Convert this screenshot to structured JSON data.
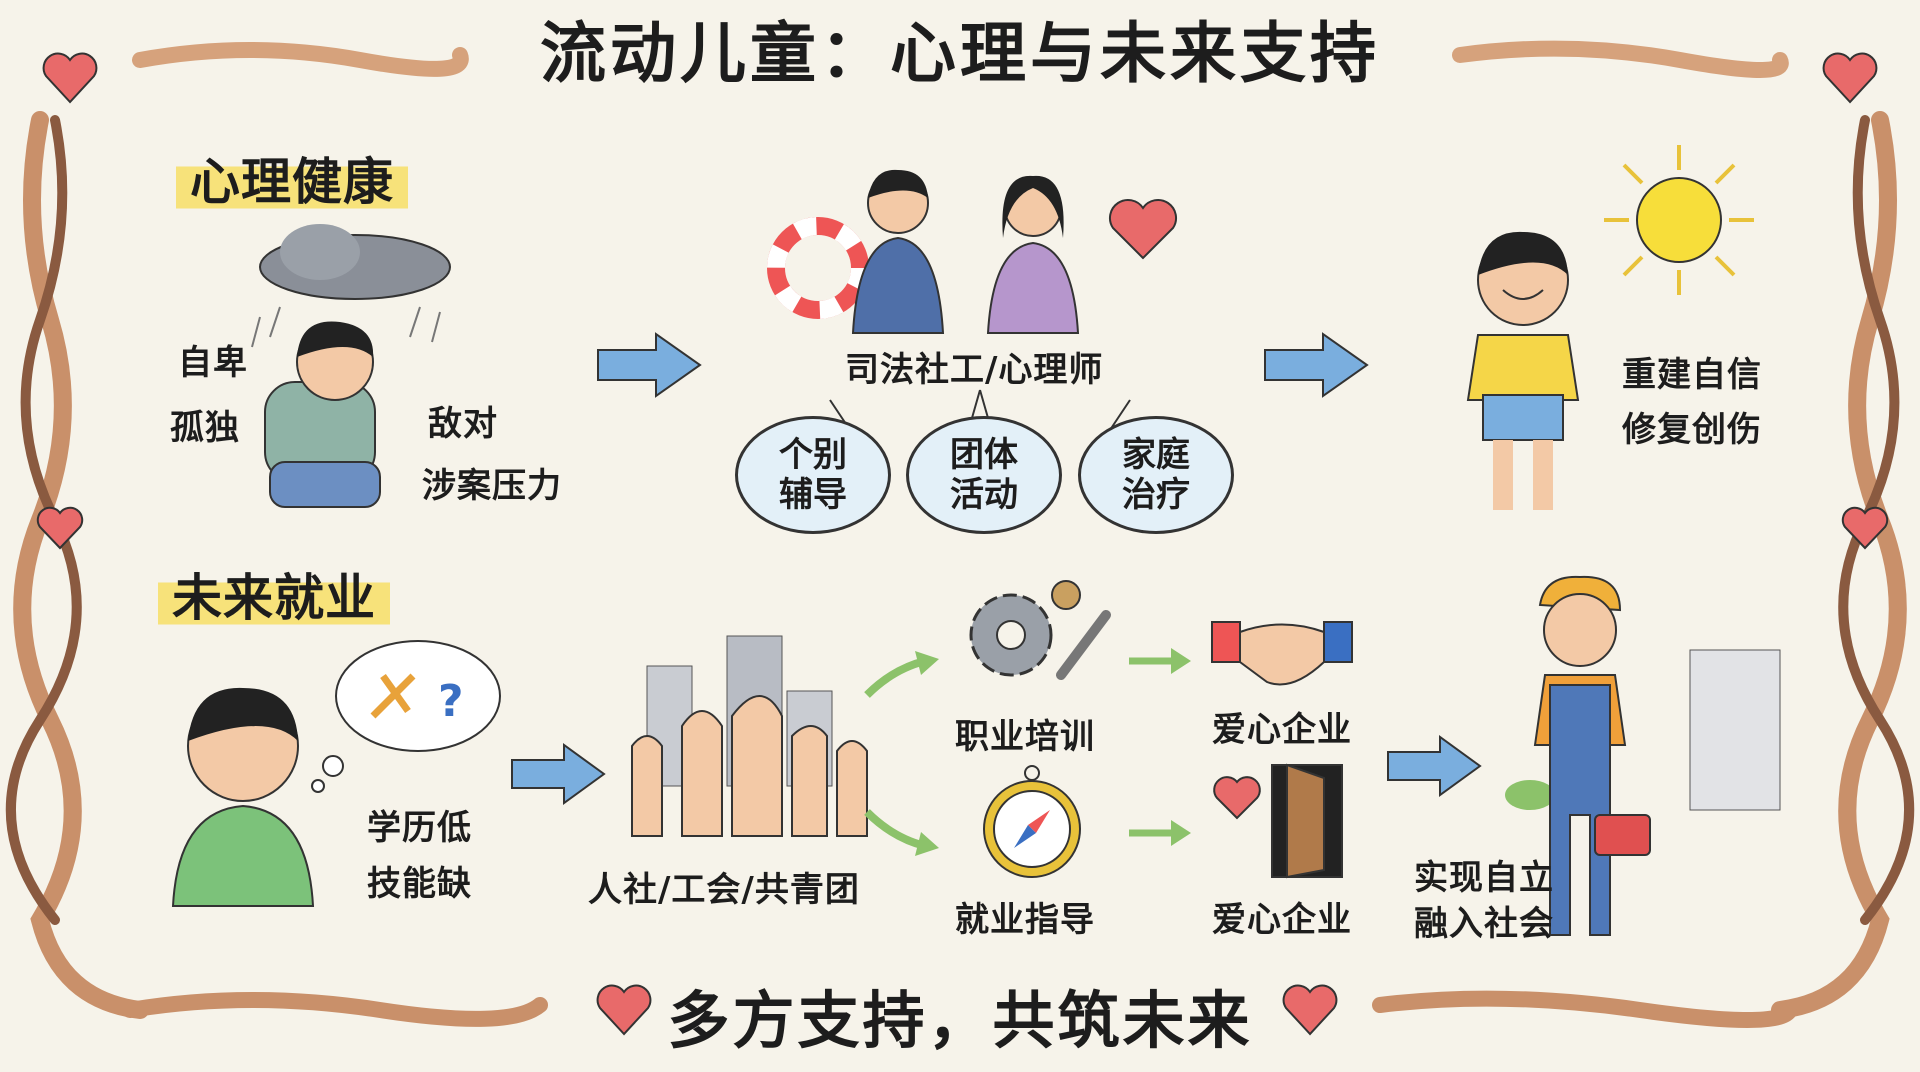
{
  "title": "流动儿童：心理与未来支持",
  "mental_health": {
    "heading": "心理健康",
    "problems_left": [
      "自卑",
      "孤独"
    ],
    "problems_right": [
      "敌对",
      "涉案压力"
    ],
    "helpers_label": "司法社工/心理师",
    "methods": [
      {
        "line1": "个别",
        "line2": "辅导"
      },
      {
        "line1": "团体",
        "line2": "活动"
      },
      {
        "line1": "家庭",
        "line2": "治疗"
      }
    ],
    "outcomes": [
      "重建自信",
      "修复创伤"
    ]
  },
  "employment": {
    "heading": "未来就业",
    "problems": [
      "学历低",
      "技能缺"
    ],
    "organizations_label": "人社/工会/共青团",
    "paths": [
      {
        "service": "职业培训",
        "partner": "爱心企业"
      },
      {
        "service": "就业指导",
        "partner": "爱心企业"
      }
    ],
    "outcomes": [
      "实现自立",
      "融入社会"
    ]
  },
  "footer": "多方支持，共筑未来",
  "colors": {
    "arrow_blue": "#7aaede",
    "arrow_green": "#8cc26a",
    "highlight": "#f7e27a",
    "heart": "#e86a6a",
    "background": "#f6f3ea"
  }
}
